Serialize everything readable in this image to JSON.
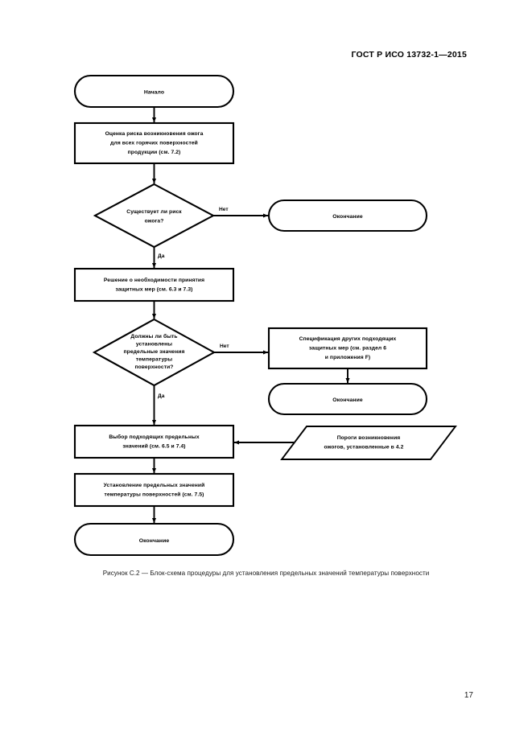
{
  "document": {
    "header": "ГОСТ Р ИСО 13732-1—2015",
    "page_number": "17",
    "figure_caption": "Рисунок С.2 — Блок-схема процедуры для установления предельных значений температуры поверхности"
  },
  "flowchart": {
    "nodes": {
      "start": {
        "shape": "terminal",
        "lines": [
          "Начало"
        ]
      },
      "risk_assessment": {
        "shape": "process",
        "lines": [
          "Оценка риска возникновения ожога",
          "для всех горячих поверхностей",
          "продукции (см. 7.2)"
        ]
      },
      "decision_risk": {
        "shape": "decision",
        "lines": [
          "Существует ли риск",
          "ожога?"
        ]
      },
      "end_no_risk": {
        "shape": "terminal",
        "lines": [
          "Окончание"
        ]
      },
      "protective_measures": {
        "shape": "process",
        "lines": [
          "Решение о необходимости принятия",
          "защитных мер (см. 6.3 и 7.3)"
        ]
      },
      "decision_limits": {
        "shape": "decision",
        "lines": [
          "Должны ли быть",
          "установлены",
          "предельные значения",
          "температуры",
          "поверхности?"
        ]
      },
      "other_measures": {
        "shape": "process",
        "lines": [
          "Спецификация других подходящих",
          "защитных мер (см. раздел 6",
          "и приложения F)"
        ]
      },
      "end_other_measures": {
        "shape": "terminal",
        "lines": [
          "Окончание"
        ]
      },
      "select_values": {
        "shape": "process",
        "lines": [
          "Выбор подходящих предельных",
          "значений (см. 6.5 и 7.4)"
        ]
      },
      "burn_thresholds": {
        "shape": "data",
        "lines": [
          "Пороги возникновения",
          "ожогов, установленные в 4.2"
        ]
      },
      "set_limits": {
        "shape": "process",
        "lines": [
          "Установление предельных значений",
          "температуры поверхностей (см. 7.5)"
        ]
      },
      "end_final": {
        "shape": "terminal",
        "lines": [
          "Окончание"
        ]
      }
    },
    "edge_labels": {
      "risk_no": "Нет",
      "risk_yes": "Да",
      "limits_no": "Нет",
      "limits_yes": "Да"
    }
  }
}
